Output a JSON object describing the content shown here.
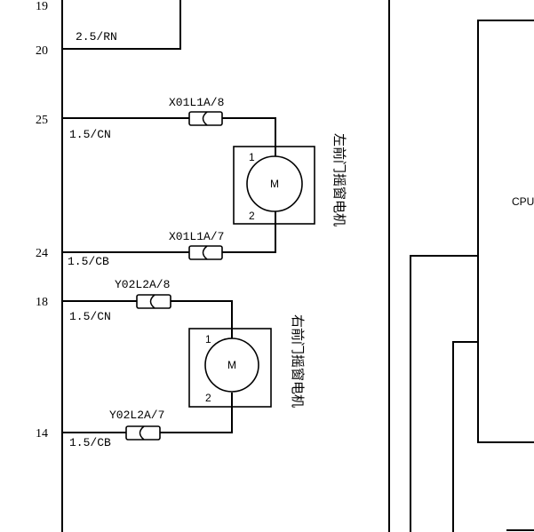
{
  "pins": {
    "p19": "19",
    "p20": "20",
    "p25": "25",
    "p24": "24",
    "p18": "18",
    "p14": "14"
  },
  "wires": {
    "w20": "2.5/RN",
    "w25": "1.5/CN",
    "w24": "1.5/CB",
    "w18": "1.5/CN",
    "w14": "1.5/CB"
  },
  "connectors": {
    "c1": "X01L1A/8",
    "c2": "X01L1A/7",
    "c3": "Y02L2A/8",
    "c4": "Y02L2A/7"
  },
  "motors": {
    "left": {
      "symbol": "M",
      "pin1": "1",
      "pin2": "2",
      "label": "左前门摇窗电机"
    },
    "right": {
      "symbol": "M",
      "pin1": "1",
      "pin2": "2",
      "label": "右前门摇窗电机"
    }
  },
  "cpu_label": "CPU"
}
